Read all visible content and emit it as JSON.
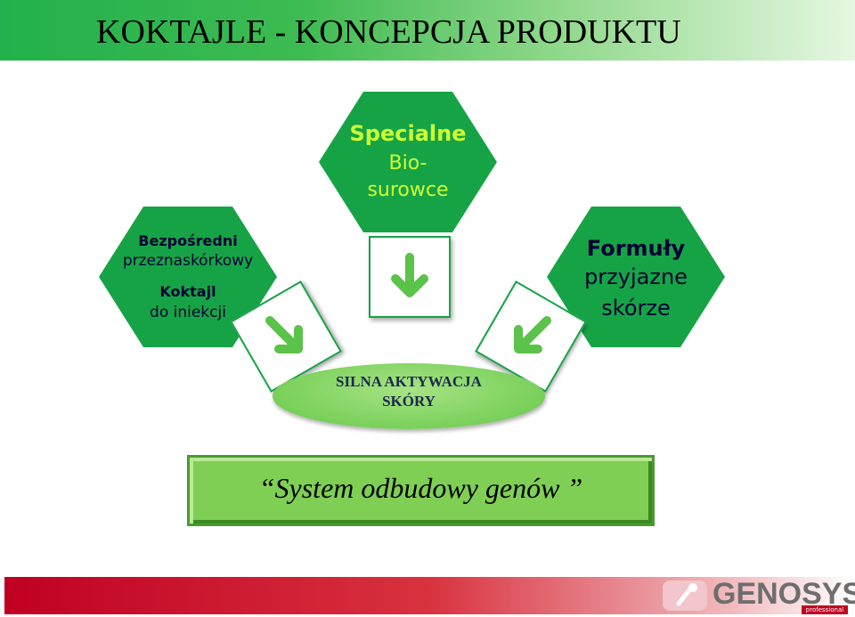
{
  "title": "KOKTAJLE -  KONCEPCJA PRODUKTU",
  "hex_top": {
    "line1": "Specialne",
    "line2": "Bio-",
    "line3": "surowce"
  },
  "hex_left": {
    "line1": "Bezpośredni",
    "line2": "przeznaskórkowy",
    "line3": "Koktajl",
    "line4": "do iniekcji"
  },
  "hex_right": {
    "line1": "Formuły",
    "line2": "przyjazne",
    "line3": "skórze"
  },
  "center_oval": {
    "line1": "SILNA AKTYWACJA",
    "line2": "SKÓRY"
  },
  "system_box": {
    "text": "“System odbudowy genów ”"
  },
  "logo": {
    "brand": "GENOSYS",
    "sub": "professional"
  },
  "colors": {
    "hex_green": "#16a346",
    "arrow_green": "#5bc24a",
    "footer_red": "#c00022",
    "title_green": "#22b14c"
  },
  "icons": [
    "arrow-down-icon",
    "arrow-down-right-icon",
    "arrow-down-left-icon"
  ]
}
